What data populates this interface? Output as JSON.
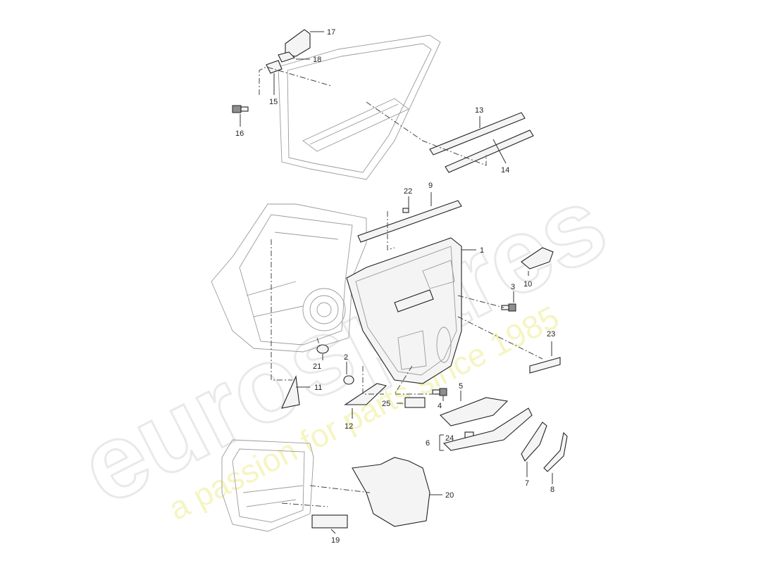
{
  "watermark": {
    "brand": "eurospares",
    "tagline": "a passion for parts since 1985",
    "colors": {
      "brand": "#e9e9e9",
      "tagline": "#f1f0a6"
    }
  },
  "callouts": [
    {
      "id": "c1",
      "label": "1"
    },
    {
      "id": "c2",
      "label": "2"
    },
    {
      "id": "c3",
      "label": "3"
    },
    {
      "id": "c4",
      "label": "4"
    },
    {
      "id": "c5",
      "label": "5"
    },
    {
      "id": "c6",
      "label": "6"
    },
    {
      "id": "c7",
      "label": "7"
    },
    {
      "id": "c8",
      "label": "8"
    },
    {
      "id": "c9",
      "label": "9"
    },
    {
      "id": "c10",
      "label": "10"
    },
    {
      "id": "c11",
      "label": "11"
    },
    {
      "id": "c12",
      "label": "12"
    },
    {
      "id": "c13",
      "label": "13"
    },
    {
      "id": "c14",
      "label": "14"
    },
    {
      "id": "c15",
      "label": "15"
    },
    {
      "id": "c16",
      "label": "16"
    },
    {
      "id": "c17",
      "label": "17"
    },
    {
      "id": "c18",
      "label": "18"
    },
    {
      "id": "c19",
      "label": "19"
    },
    {
      "id": "c20",
      "label": "20"
    },
    {
      "id": "c21",
      "label": "21"
    },
    {
      "id": "c22",
      "label": "22"
    },
    {
      "id": "c23",
      "label": "23"
    },
    {
      "id": "c24",
      "label": "24"
    },
    {
      "id": "c25",
      "label": "25"
    }
  ]
}
